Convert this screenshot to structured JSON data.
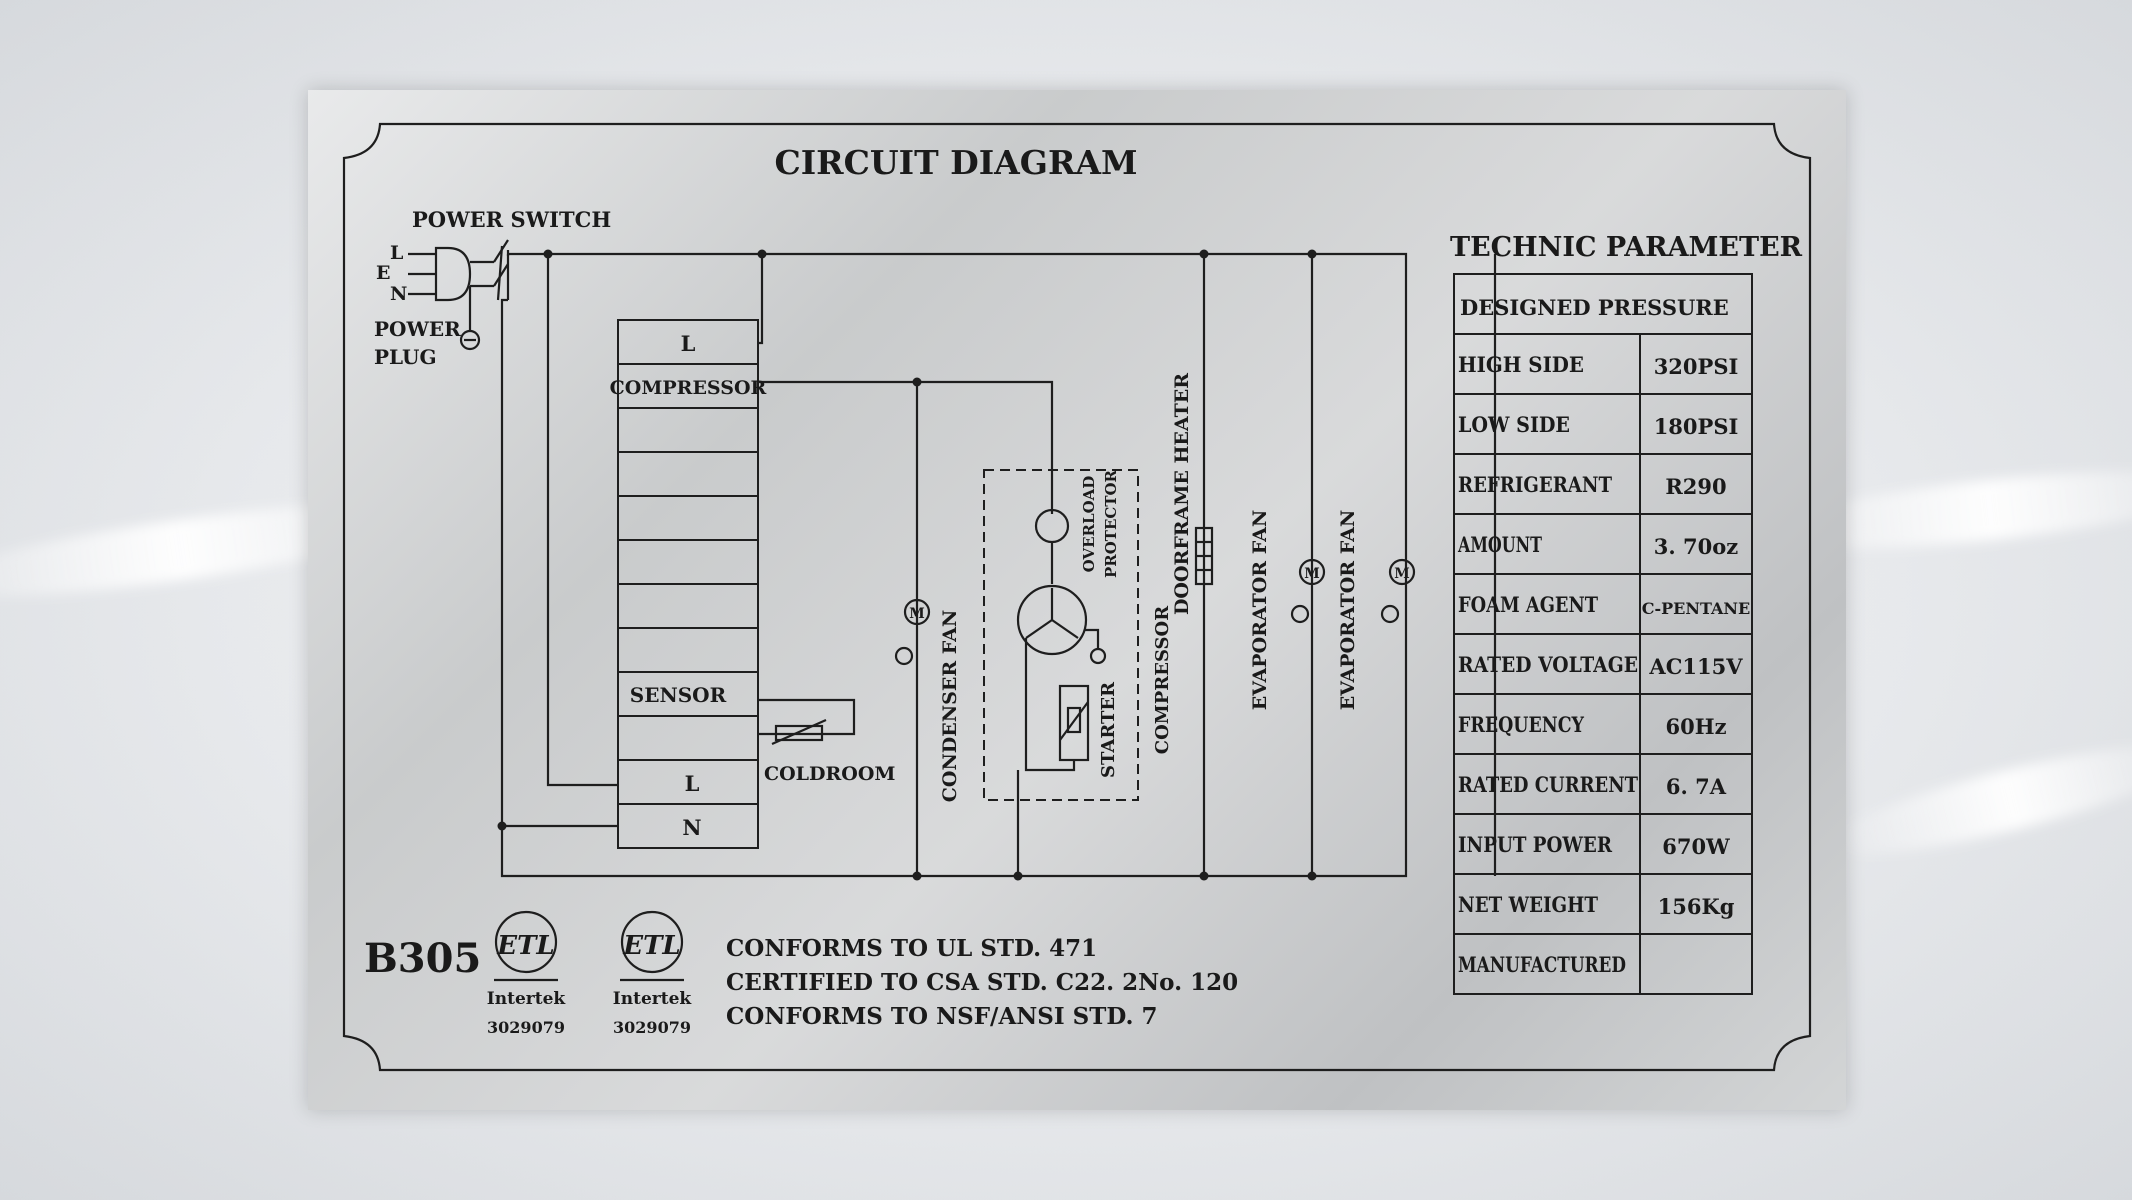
{
  "title": "CIRCUIT DIAGRAM",
  "power_switch_label": "POWER SWITCH",
  "power_plug_label_1": "POWER",
  "power_plug_label_2": "PLUG",
  "plug_pins": [
    "L",
    "E",
    "N"
  ],
  "controller": {
    "top_label": "L",
    "compressor_label": "COMPRESSOR",
    "sensor_label": "SENSOR",
    "l_label": "L",
    "n_label": "N"
  },
  "coldroom_label": "COLDROOM",
  "component_labels": {
    "condenser_fan": "CONDENSER FAN",
    "overload_protector_1": "OVERLOAD",
    "overload_protector_2": "PROTECTOR",
    "starter": "STARTER",
    "compressor": "COMPRESSOR",
    "doorframe_heater": "DOORFRAME HEATER",
    "evaporator_fan_1": "EVAPORATOR FAN",
    "evaporator_fan_2": "EVAPORATOR FAN"
  },
  "model": "B305",
  "certifications": [
    {
      "mark": "ETL",
      "brand": "Intertek",
      "number": "3029079"
    },
    {
      "mark": "ETL",
      "brand": "Intertek",
      "number": "3029079"
    }
  ],
  "conformance": [
    "CONFORMS TO UL STD. 471",
    "CERTIFIED TO CSA STD. C22. 2No. 120",
    "CONFORMS TO NSF/ANSI STD. 7"
  ],
  "technic": {
    "heading": "TECHNIC PARAMETER",
    "designed_pressure": "DESIGNED PRESSURE",
    "rows": [
      {
        "label": "HIGH SIDE",
        "value": "320PSI"
      },
      {
        "label": "LOW SIDE",
        "value": "180PSI"
      },
      {
        "label": "REFRIGERANT",
        "value": "R290"
      },
      {
        "label": "AMOUNT",
        "value": "3. 70oz"
      },
      {
        "label": "FOAM AGENT",
        "value": "C-PENTANE"
      },
      {
        "label": "RATED VOLTAGE",
        "value": "AC115V"
      },
      {
        "label": "FREQUENCY",
        "value": "60Hz"
      },
      {
        "label": "RATED CURRENT",
        "value": "6. 7A"
      },
      {
        "label": "INPUT POWER",
        "value": "670W"
      },
      {
        "label": "NET WEIGHT",
        "value": "156Kg"
      },
      {
        "label": "MANUFACTURED",
        "value": ""
      }
    ]
  }
}
